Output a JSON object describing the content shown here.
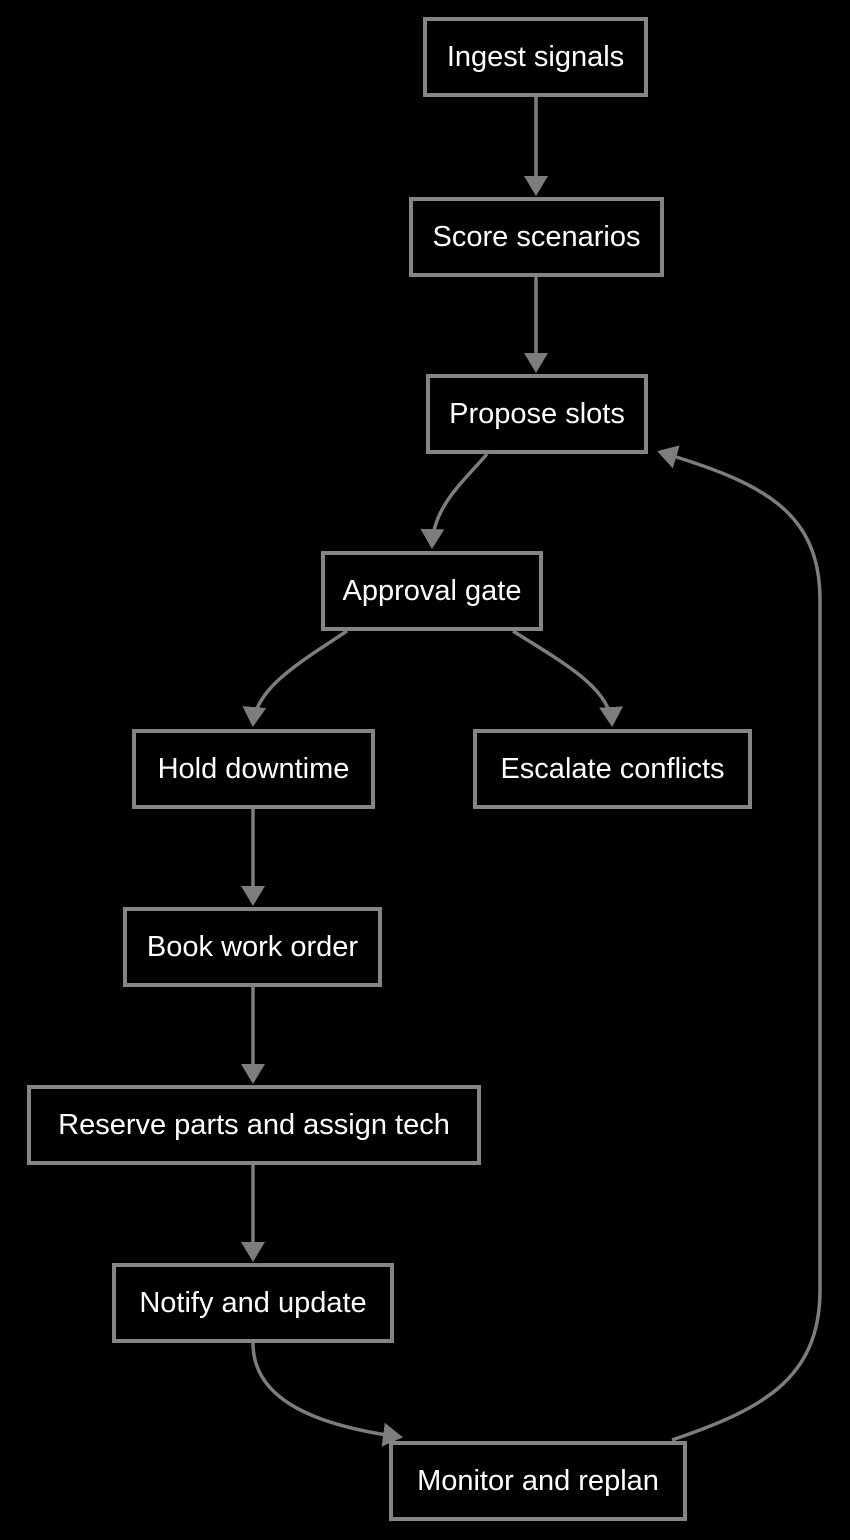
{
  "diagram": {
    "type": "flowchart",
    "background_color": "#000000",
    "node_border_color": "#848484",
    "node_fill_color": "#000000",
    "node_text_color": "#ffffff",
    "edge_color": "#7d7d7d",
    "nodes": [
      {
        "id": "ingest",
        "label": "Ingest signals"
      },
      {
        "id": "score",
        "label": "Score scenarios"
      },
      {
        "id": "propose",
        "label": "Propose slots"
      },
      {
        "id": "approval",
        "label": "Approval gate"
      },
      {
        "id": "hold",
        "label": "Hold downtime"
      },
      {
        "id": "escalate",
        "label": "Escalate conflicts"
      },
      {
        "id": "book",
        "label": "Book work order"
      },
      {
        "id": "reserve",
        "label": "Reserve parts and assign tech"
      },
      {
        "id": "notify",
        "label": "Notify and update"
      },
      {
        "id": "monitor",
        "label": "Monitor and replan"
      }
    ],
    "edges": [
      {
        "from": "ingest",
        "to": "score"
      },
      {
        "from": "score",
        "to": "propose"
      },
      {
        "from": "propose",
        "to": "approval"
      },
      {
        "from": "approval",
        "to": "hold"
      },
      {
        "from": "approval",
        "to": "escalate"
      },
      {
        "from": "hold",
        "to": "book"
      },
      {
        "from": "book",
        "to": "reserve"
      },
      {
        "from": "reserve",
        "to": "notify"
      },
      {
        "from": "notify",
        "to": "monitor"
      },
      {
        "from": "monitor",
        "to": "propose"
      }
    ]
  }
}
